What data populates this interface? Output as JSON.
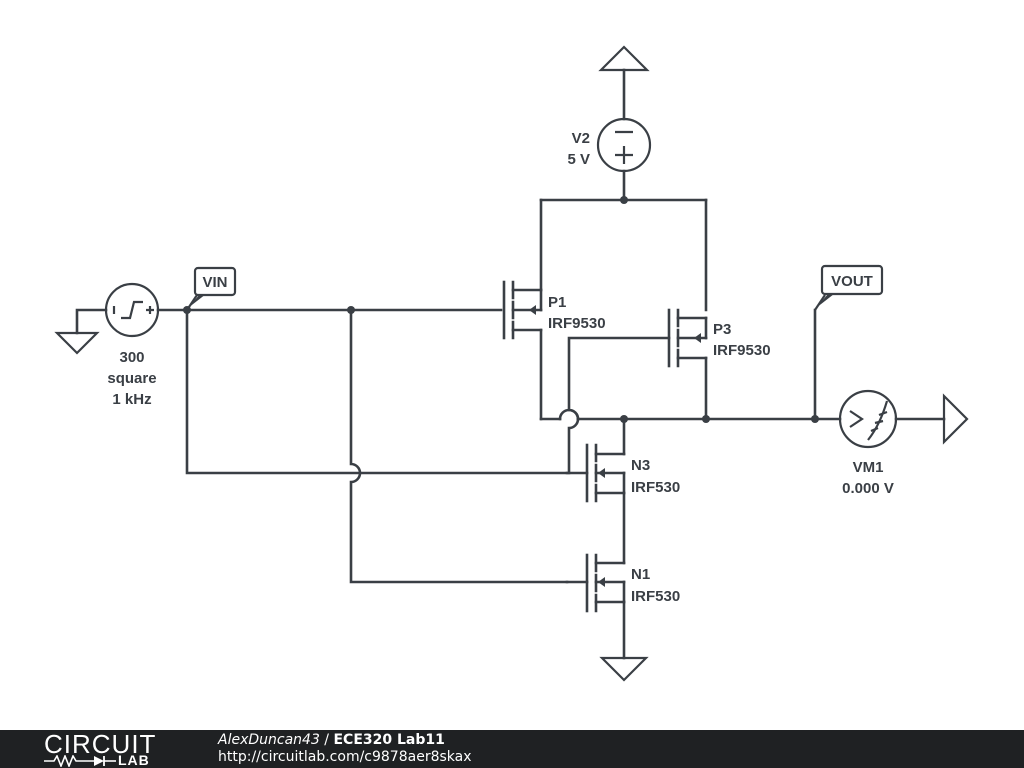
{
  "components": {
    "source": {
      "value": "300",
      "waveform": "square",
      "freq": "1 kHz"
    },
    "v2": {
      "name": "V2",
      "value": "5 V"
    },
    "p1": {
      "name": "P1",
      "model": "IRF9530"
    },
    "p3": {
      "name": "P3",
      "model": "IRF9530"
    },
    "n3": {
      "name": "N3",
      "model": "IRF530"
    },
    "n1": {
      "name": "N1",
      "model": "IRF530"
    },
    "vm1": {
      "name": "VM1",
      "reading": "0.000 V"
    }
  },
  "net_labels": {
    "vin": "VIN",
    "vout": "VOUT"
  },
  "footer": {
    "logo_top": "CIRCUIT",
    "logo_bottom": "LAB",
    "author": "AlexDuncan43",
    "separator": " / ",
    "title": "ECE320 Lab11",
    "url": "http://circuitlab.com/c9878aer8skax"
  }
}
